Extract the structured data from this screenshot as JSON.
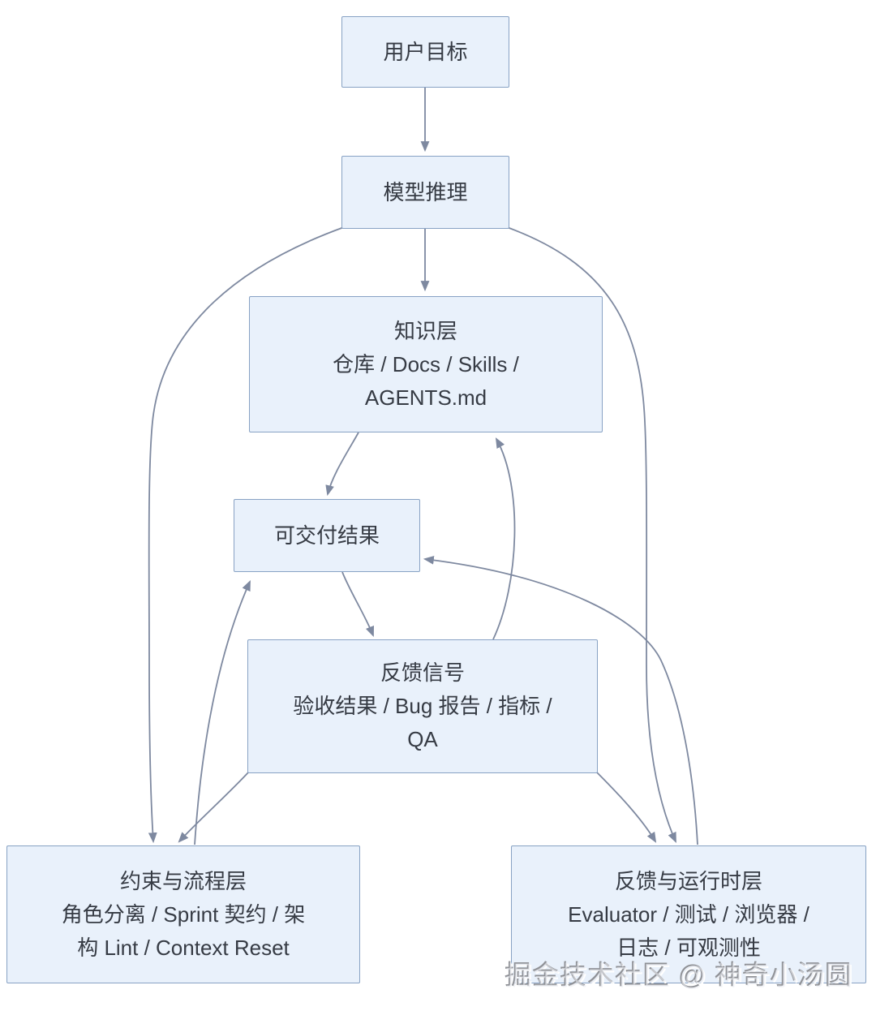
{
  "diagram": {
    "nodes": {
      "user_goal": {
        "label": "用户目标"
      },
      "model_reasoning": {
        "label": "模型推理"
      },
      "knowledge_layer": {
        "lines": [
          "知识层",
          "仓库 / Docs / Skills /",
          "AGENTS.md"
        ]
      },
      "deliverable": {
        "label": "可交付结果"
      },
      "feedback_signals": {
        "lines": [
          "反馈信号",
          "验收结果 / Bug 报告 / 指标 /",
          "QA"
        ]
      },
      "constraints_layer": {
        "lines": [
          "约束与流程层",
          "角色分离 / Sprint 契约 / 架",
          "构 Lint / Context Reset"
        ]
      },
      "feedback_runtime": {
        "lines": [
          "反馈与运行时层",
          "Evaluator / 测试 / 浏览器 /",
          "日志 / 可观测性"
        ]
      }
    },
    "edges": [
      {
        "from": "user_goal",
        "to": "model_reasoning"
      },
      {
        "from": "model_reasoning",
        "to": "knowledge_layer"
      },
      {
        "from": "model_reasoning",
        "to": "constraints_layer"
      },
      {
        "from": "model_reasoning",
        "to": "feedback_runtime"
      },
      {
        "from": "knowledge_layer",
        "to": "deliverable"
      },
      {
        "from": "deliverable",
        "to": "feedback_signals"
      },
      {
        "from": "feedback_signals",
        "to": "knowledge_layer"
      },
      {
        "from": "feedback_signals",
        "to": "constraints_layer"
      },
      {
        "from": "feedback_signals",
        "to": "feedback_runtime"
      },
      {
        "from": "constraints_layer",
        "to": "deliverable"
      },
      {
        "from": "feedback_runtime",
        "to": "deliverable"
      }
    ],
    "colors": {
      "node_fill": "#e9f1fb",
      "node_border": "#88a2c4",
      "edge": "#7e89a0",
      "text": "#363b44",
      "background": "#ffffff"
    },
    "watermark": "掘金技术社区 @ 神奇小汤圆"
  }
}
